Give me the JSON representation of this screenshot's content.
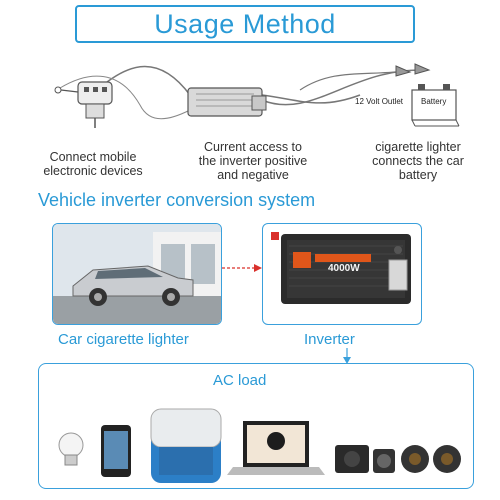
{
  "header": {
    "title": "Usage Method"
  },
  "usage": {
    "step1": {
      "line1": "Connect mobile",
      "line2": "electronic devices"
    },
    "step2": {
      "line1": "Current access to",
      "line2": "the inverter positive",
      "line3": "and negative"
    },
    "step3": {
      "line1": "cigarette lighter",
      "line2": "connects the car",
      "line3": "battery"
    },
    "outlet_label": "12 Volt Outlet",
    "battery_label": "Battery"
  },
  "system": {
    "title": "Vehicle inverter conversion system",
    "car_label": "Car cigarette lighter",
    "inverter_label": "Inverter",
    "inverter_wattage": "4000W",
    "ac_load_label": "AC load"
  },
  "colors": {
    "accent": "#2a9ad6",
    "arrow": "#d9302b",
    "inverter_body": "#2b2b2b",
    "inverter_trim": "#e0561a"
  },
  "icons": [
    "plug-icon",
    "inverter-icon",
    "battery-icon",
    "car-icon",
    "bulb-icon",
    "phone-icon",
    "fridge-icon",
    "laptop-icon",
    "camera-icon",
    "speaker-icon"
  ]
}
